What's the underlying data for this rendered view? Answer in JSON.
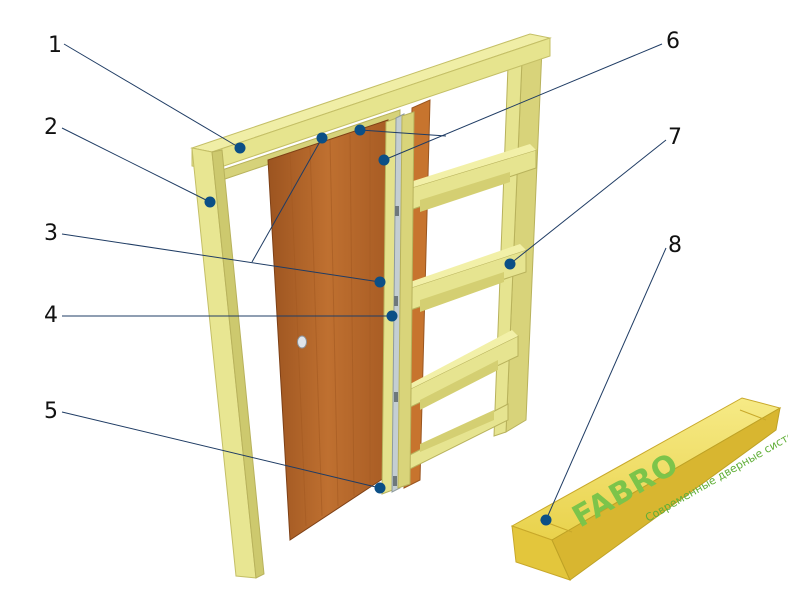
{
  "callouts": [
    {
      "label": "1"
    },
    {
      "label": "2"
    },
    {
      "label": "3"
    },
    {
      "label": "4"
    },
    {
      "label": "5"
    },
    {
      "label": "6"
    },
    {
      "label": "7"
    },
    {
      "label": "8"
    }
  ],
  "package": {
    "brand": "FABRO",
    "slogan": "Современные дверные системы"
  },
  "colors": {
    "wood_light": "#ecec9c",
    "wood_mid": "#dede86",
    "wood_dark": "#c9c46e",
    "door": "#b8672a",
    "door_dark": "#8f4b1c",
    "metal": "#b8c4c8",
    "callout_line": "#1f3c64",
    "callout_dot": "#0b4f86",
    "box_light": "#f4e67a",
    "box_mid": "#e8cf45",
    "box_dark": "#d4b52e",
    "brand_text": "#7cc44a"
  }
}
